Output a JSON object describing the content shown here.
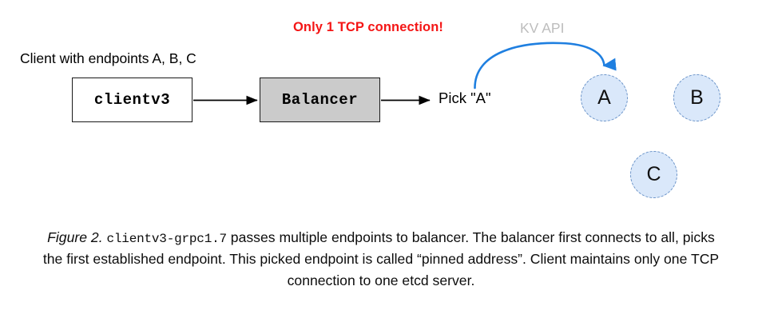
{
  "figure": {
    "diagram": {
      "client_endpoints_label": "Client with endpoints A, B, C",
      "tcp_warning_label": "Only 1 TCP connection!",
      "kv_api_label": "KV API",
      "pick_label": "Pick \"A\"",
      "boxes": [
        {
          "id": "clientv3",
          "label": "clientv3",
          "fill": "#ffffff"
        },
        {
          "id": "balancer",
          "label": "Balancer",
          "fill": "#cbcbcb"
        }
      ],
      "endpoints": [
        {
          "id": "a",
          "label": "A"
        },
        {
          "id": "b",
          "label": "B"
        },
        {
          "id": "c",
          "label": "C"
        }
      ],
      "colors": {
        "warning_red": "#f41616",
        "kv_api_gray": "#bdbdbd",
        "arrow_blue": "#1f7fe0",
        "endpoint_fill": "#dae8fa",
        "endpoint_stroke": "#6a93c8",
        "box_stroke": "#1a1a1a",
        "balancer_fill": "#cbcbcb",
        "flow_arrow": "#000000"
      }
    },
    "caption": {
      "figure_number": "Figure 2.",
      "code_term": "clientv3-grpc1.7",
      "text_rest": " passes multiple endpoints to balancer. The balancer first connects to all, picks the first established endpoint. This picked endpoint is called “pinned address”. Client maintains only one TCP connection to one etcd server."
    }
  }
}
